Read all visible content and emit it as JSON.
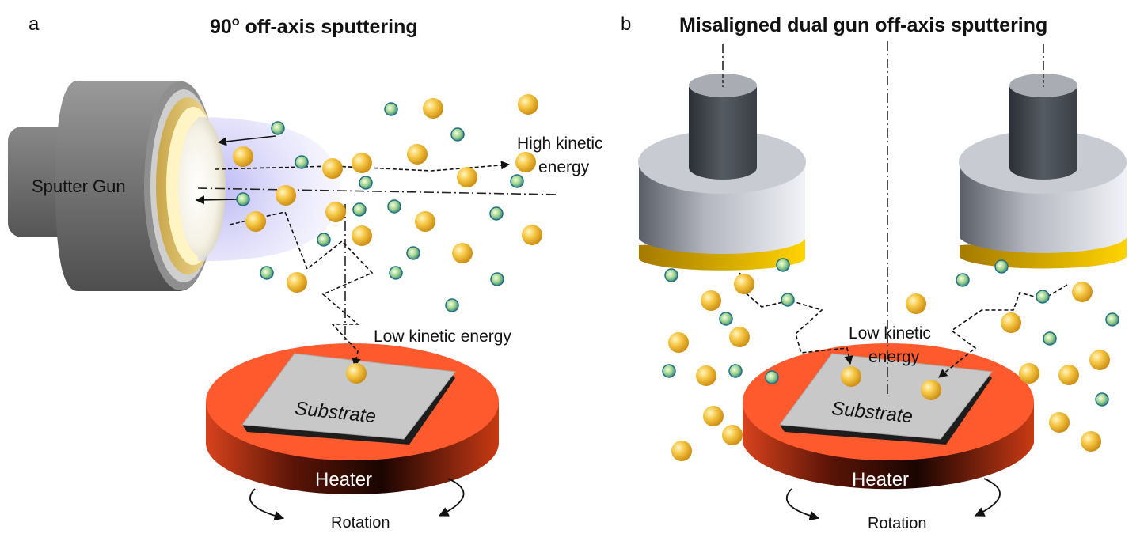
{
  "panel_a": {
    "letter": "a",
    "title_main": "90",
    "title_sup": "o",
    "title_rest": " off-axis sputtering",
    "gun_label": "Sputter Gun",
    "high_energy_line1": "High kinetic",
    "high_energy_line2": "energy",
    "low_energy": "Low kinetic energy",
    "substrate": "Substrate",
    "heater": "Heater",
    "rotation": "Rotation"
  },
  "panel_b": {
    "letter": "b",
    "title": "Misaligned dual gun off-axis sputtering",
    "low_energy_line1": "Low kinetic",
    "low_energy_line2": "energy",
    "substrate": "Substrate",
    "heater": "Heater",
    "rotation": "Rotation"
  },
  "colors": {
    "heater_red": "#ff5a2e",
    "gold_atom": "#f0b52a",
    "teal_ion": "#2a9a94",
    "gun_gray": "#6b6b6b",
    "substrate_gray": "#c8c8c8"
  }
}
